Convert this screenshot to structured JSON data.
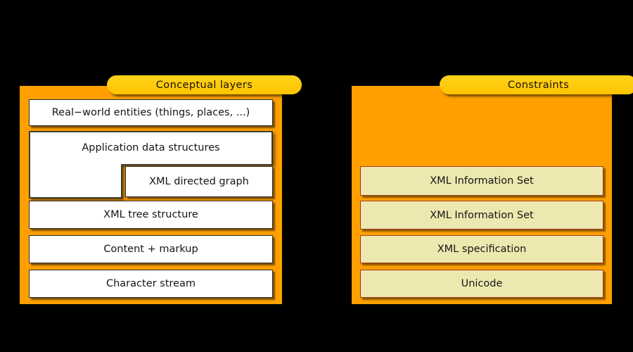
{
  "background_color": "#000000",
  "theme": {
    "panel_fill": "#FFA000",
    "tab_fill": "#FFC400",
    "left_box_fill": "#FFFFFF",
    "left_box_border": "#2B2B2B",
    "right_box_fill": "#EDE8AF",
    "right_box_border": "#A33A20",
    "text_color": "#151515"
  },
  "panels": [
    {
      "id": "conceptual-layers",
      "title": "Conceptual layers",
      "boxes": [
        {
          "id": "real-world-entities",
          "label": "Real−world entities (things, places, ...)"
        },
        {
          "id": "application-data-structures",
          "label": "Application data structures"
        },
        {
          "id": "xml-directed-graph",
          "label": "XML directed graph"
        },
        {
          "id": "xml-tree-structure",
          "label": "XML tree structure"
        },
        {
          "id": "content-plus-markup",
          "label": "Content + markup"
        },
        {
          "id": "character-stream",
          "label": "Character stream"
        }
      ]
    },
    {
      "id": "constraints",
      "title": "Constraints",
      "boxes": [
        {
          "id": "xml-information-set-1",
          "label": "XML Information Set"
        },
        {
          "id": "xml-information-set-2",
          "label": "XML Information Set"
        },
        {
          "id": "xml-specification",
          "label": "XML specification"
        },
        {
          "id": "unicode",
          "label": "Unicode"
        }
      ]
    }
  ]
}
